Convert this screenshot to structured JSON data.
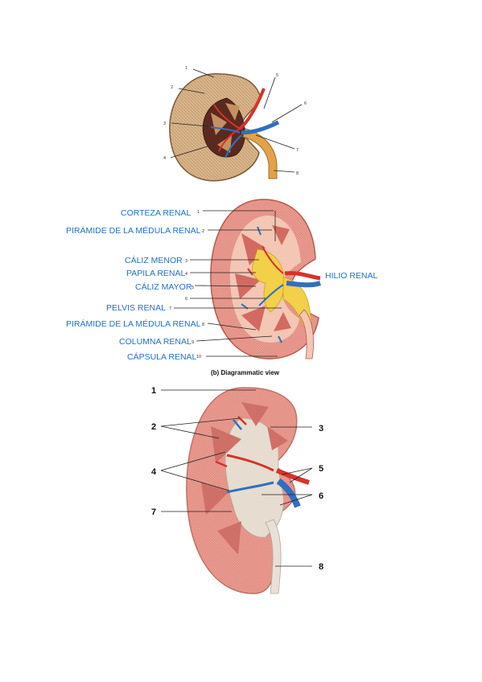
{
  "figure1": {
    "numbers": [
      "1",
      "2",
      "3",
      "4",
      "5",
      "6",
      "7",
      "8"
    ]
  },
  "figure2": {
    "labels": [
      {
        "text": "CORTEZA RENAL",
        "num": "1"
      },
      {
        "text": "PIRÁMIDE DE LA MÉDULA RENAL",
        "num": "2"
      },
      {
        "text": "CÁLIZ MENOR",
        "num": "3"
      },
      {
        "text": "PAPILA RENAL",
        "num": "4"
      },
      {
        "text": "CÁLIZ MAYOR",
        "num": "5"
      },
      {
        "text": "",
        "num": "6"
      },
      {
        "text": "PELVIS RENAL",
        "num": "7"
      },
      {
        "text": "PIRÁMIDE DE LA MÉDULA RENAL",
        "num": "8"
      },
      {
        "text": "COLUMNA RENAL",
        "num": "9"
      },
      {
        "text": "CÁPSULA RENAL",
        "num": "10"
      }
    ],
    "right_label": "HILIO RENAL",
    "caption": "(b) Diagrammatic view"
  },
  "figure3": {
    "numbers": [
      "1",
      "2",
      "3",
      "4",
      "5",
      "6",
      "7",
      "8"
    ]
  },
  "colors": {
    "label_blue": "#1f6fd1",
    "artery_red": "#d8322a",
    "vein_blue": "#2f6fc0",
    "ureter_orange": "#e0a24a",
    "cortex_pink": "#e9968a"
  }
}
